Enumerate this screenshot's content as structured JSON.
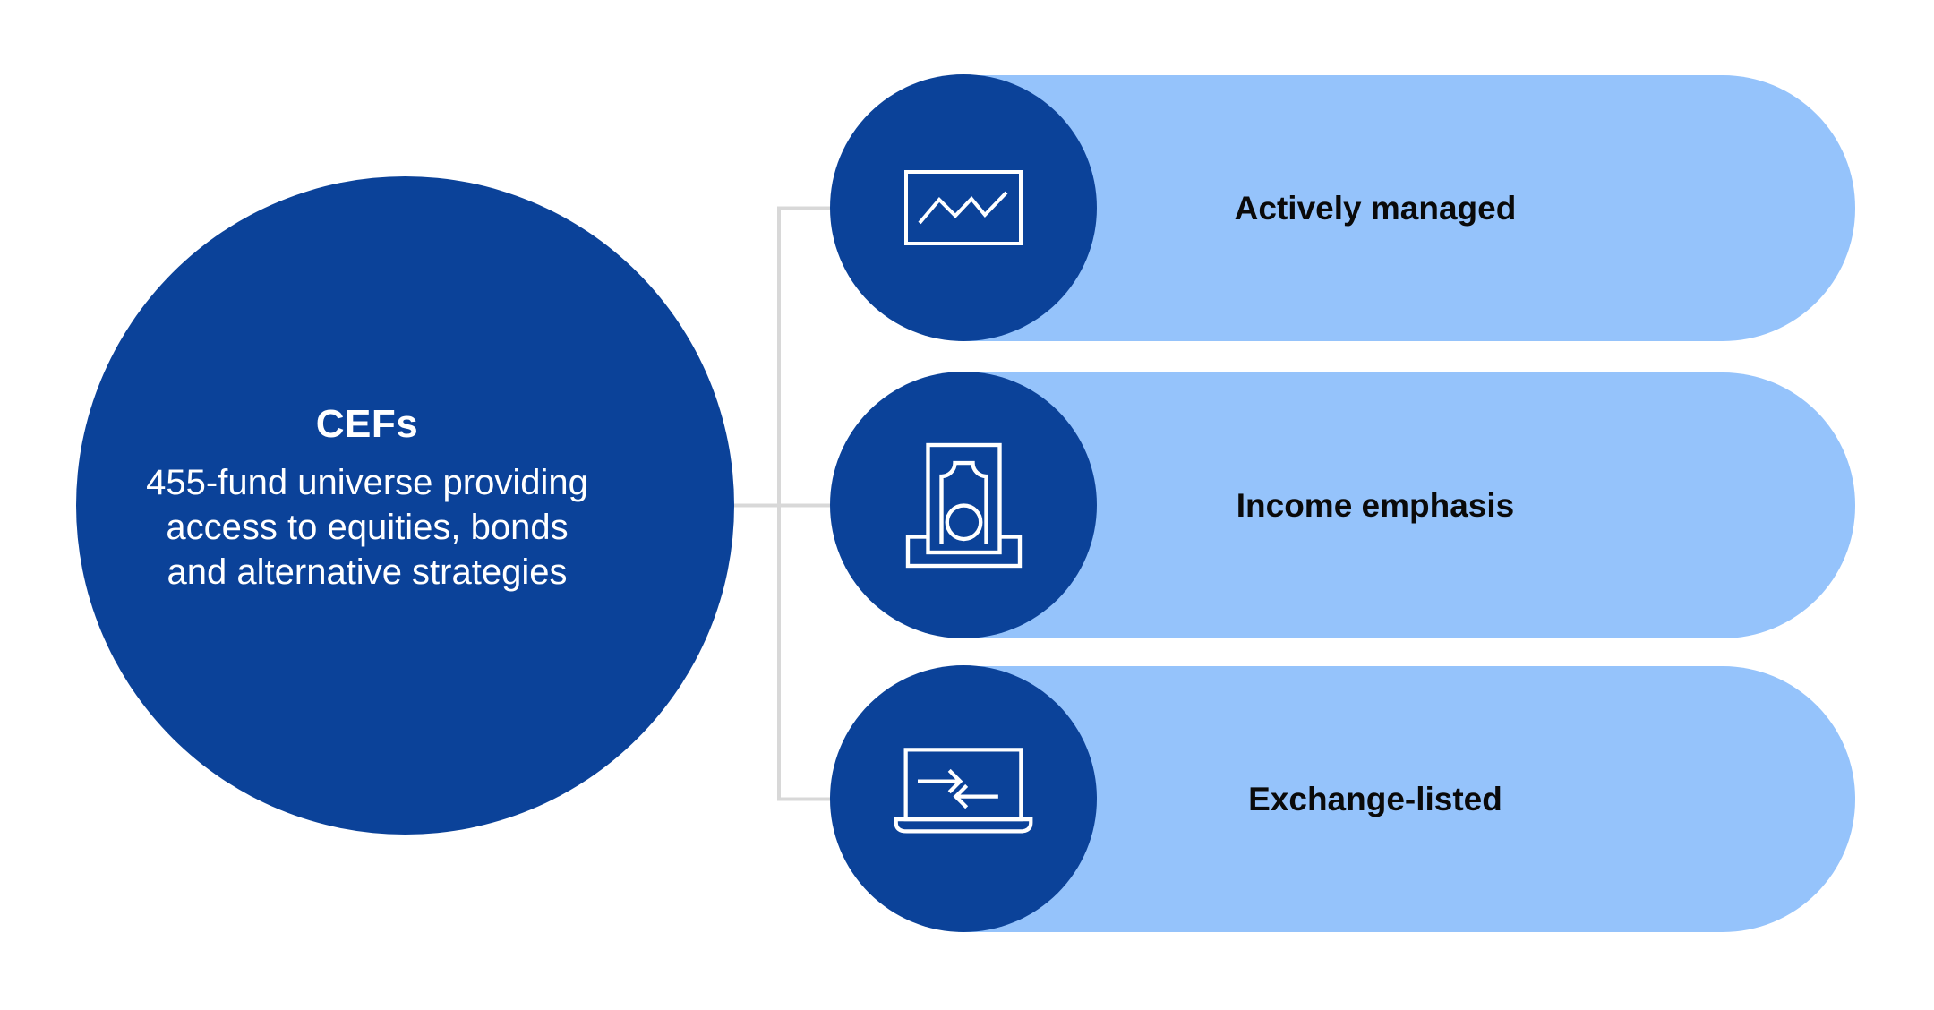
{
  "colors": {
    "hub_blue": "#0b4299",
    "pill_blue": "#95c3fb",
    "connector_gray": "#d8d8d8",
    "label_text": "#0a0a0a",
    "hub_text": "#ffffff"
  },
  "hub": {
    "title": "CEFs",
    "description_lines": [
      "455-fund universe providing",
      "access to equities, bonds",
      "and alternative strategies"
    ]
  },
  "branches": [
    {
      "label": "Actively managed",
      "icon": "line-chart-icon"
    },
    {
      "label": "Income emphasis",
      "icon": "banknote-icon"
    },
    {
      "label": "Exchange-listed",
      "icon": "laptop-transfer-icon"
    }
  ]
}
